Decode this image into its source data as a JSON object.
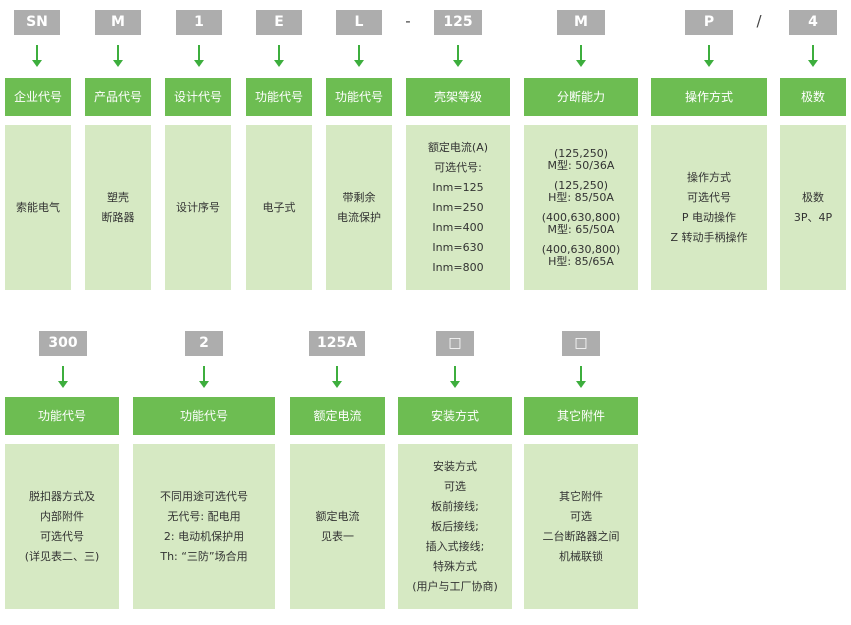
{
  "row1": [
    {
      "code": "SN",
      "label": "企业代号",
      "desc": [
        "索能电气"
      ]
    },
    {
      "code": "M",
      "label": "产品代号",
      "desc": [
        "塑壳",
        "断路器"
      ]
    },
    {
      "code": "1",
      "label": "设计代号",
      "desc": [
        "设计序号"
      ]
    },
    {
      "code": "E",
      "label": "功能代号",
      "desc": [
        "电子式"
      ]
    },
    {
      "code": "L",
      "label": "功能代号",
      "desc": [
        "带剩余",
        "电流保护"
      ]
    },
    {
      "code": "125",
      "label": "壳架等级",
      "desc": [
        "额定电流(A)",
        "可选代号:",
        "Inm=125",
        "Inm=250",
        "Inm=400",
        "Inm=630",
        "Inm=800"
      ]
    },
    {
      "code": "M",
      "label": "分断能力",
      "desc": [
        "(125,250)",
        "M型: 50/36A",
        "(125,250)",
        "H型: 85/50A",
        "(400,630,800)",
        "M型: 65/50A",
        "(400,630,800)",
        "H型: 85/65A"
      ]
    },
    {
      "code": "P",
      "label": "操作方式",
      "desc": [
        "操作方式",
        "可选代号",
        "P 电动操作",
        "Z 转动手柄操作"
      ]
    },
    {
      "code": "4",
      "label": "极数",
      "desc": [
        "极数",
        "3P、4P"
      ]
    }
  ],
  "separators": [
    "-",
    "/"
  ],
  "row2": [
    {
      "code": "300",
      "label": "功能代号",
      "desc": [
        "脱扣器方式及",
        "内部附件",
        "可选代号",
        "(详见表二、三)"
      ]
    },
    {
      "code": "2",
      "label": "功能代号",
      "desc": [
        "不同用途可选代号",
        "无代号: 配电用",
        "2: 电动机保护用",
        "Th: “三防”场合用"
      ]
    },
    {
      "code": "125A",
      "label": "额定电流",
      "desc": [
        "额定电流",
        "见表一"
      ]
    },
    {
      "code": "□",
      "label": "安装方式",
      "desc": [
        "安装方式",
        "可选",
        "板前接线;",
        "板后接线;",
        "插入式接线;",
        "特殊方式",
        "(用户与工厂协商)"
      ]
    },
    {
      "code": "□",
      "label": "其它附件",
      "desc": [
        "其它附件",
        "可选",
        "二台断路器之间",
        "机械联锁"
      ]
    }
  ],
  "colors": {
    "code_bg": "#adadad",
    "label_bg": "#6dbd52",
    "desc_bg": "#d6e9c3",
    "arrow": "#3dae3d"
  }
}
